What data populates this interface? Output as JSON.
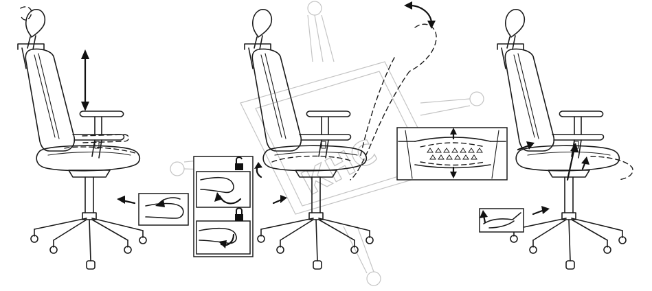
{
  "watermark": {
    "text": "КНС"
  },
  "panels": [
    {
      "id": "armrest-height",
      "adjustment_direction": "vertical"
    },
    {
      "id": "backrest-tilt-lock",
      "lock_states": [
        "unlocked",
        "locked"
      ]
    },
    {
      "id": "lumbar-support",
      "adjustment_direction": "vertical"
    }
  ],
  "icons": {
    "unlock": "unlock-icon",
    "lock": "lock-icon",
    "rotate": "rotate-arrow-icon",
    "updown": "double-arrow-icon"
  }
}
